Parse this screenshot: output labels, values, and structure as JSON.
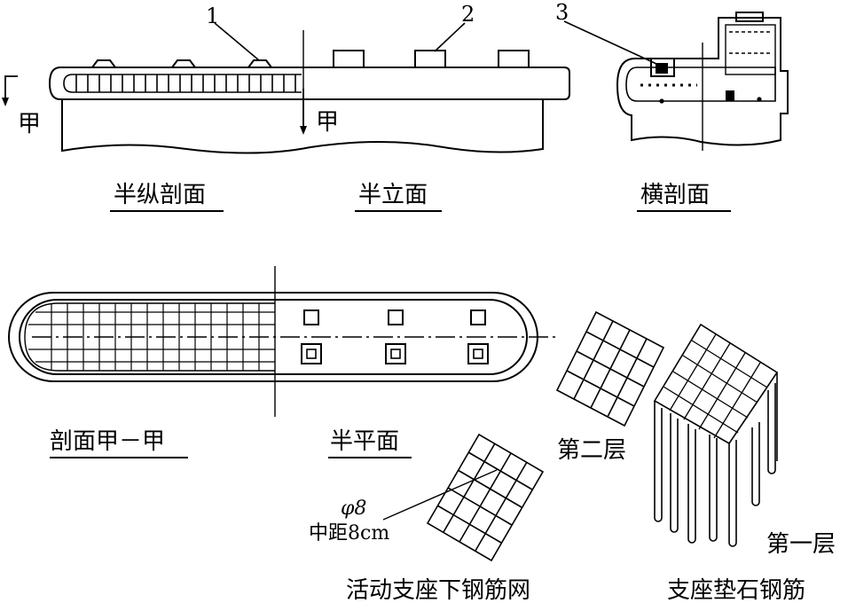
{
  "callouts": {
    "n1": "1",
    "n2": "2",
    "n3": "3"
  },
  "section_marks": {
    "left": "甲",
    "mid": "甲"
  },
  "captions": {
    "half_long_section": "半纵剖面",
    "half_elevation": "半立面",
    "cross_section": "横剖面",
    "section_aa": "剖面甲－甲",
    "half_plan": "半平面",
    "layer_two": "第二层",
    "layer_one": "第一层",
    "mesh_title": "活动支座下钢筋网",
    "pad_title": "支座垫石钢筋"
  },
  "mesh_note": {
    "bar": "φ8",
    "spacing": "中距8cm"
  }
}
